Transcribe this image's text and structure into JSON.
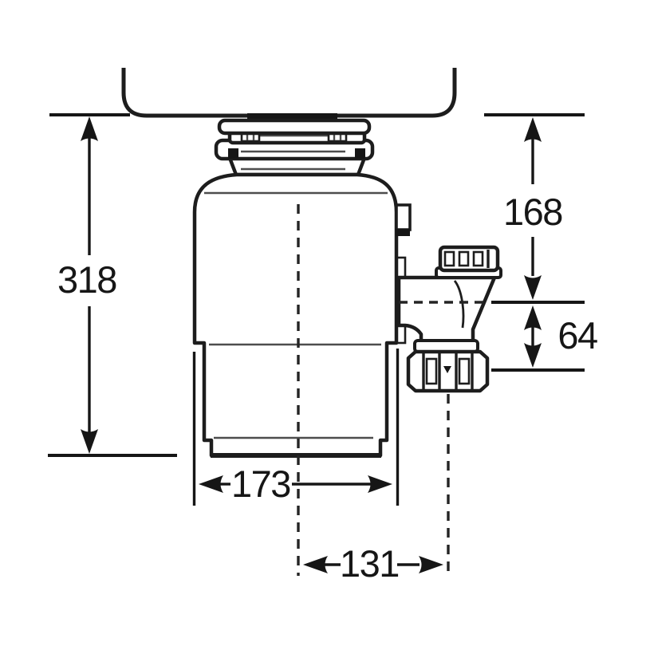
{
  "diagram": {
    "kind": "technical-dimension-drawing",
    "background_color": "#ffffff",
    "line_color": "#1d1d1d",
    "dimensions": {
      "overall_height": {
        "label": "318"
      },
      "flange_to_outlet_centerline": {
        "label": "168"
      },
      "outlet_centerline_to_trap_nut": {
        "label": "64"
      },
      "body_width": {
        "label": "173"
      },
      "center_to_outlet_offset": {
        "label": "131"
      }
    }
  }
}
